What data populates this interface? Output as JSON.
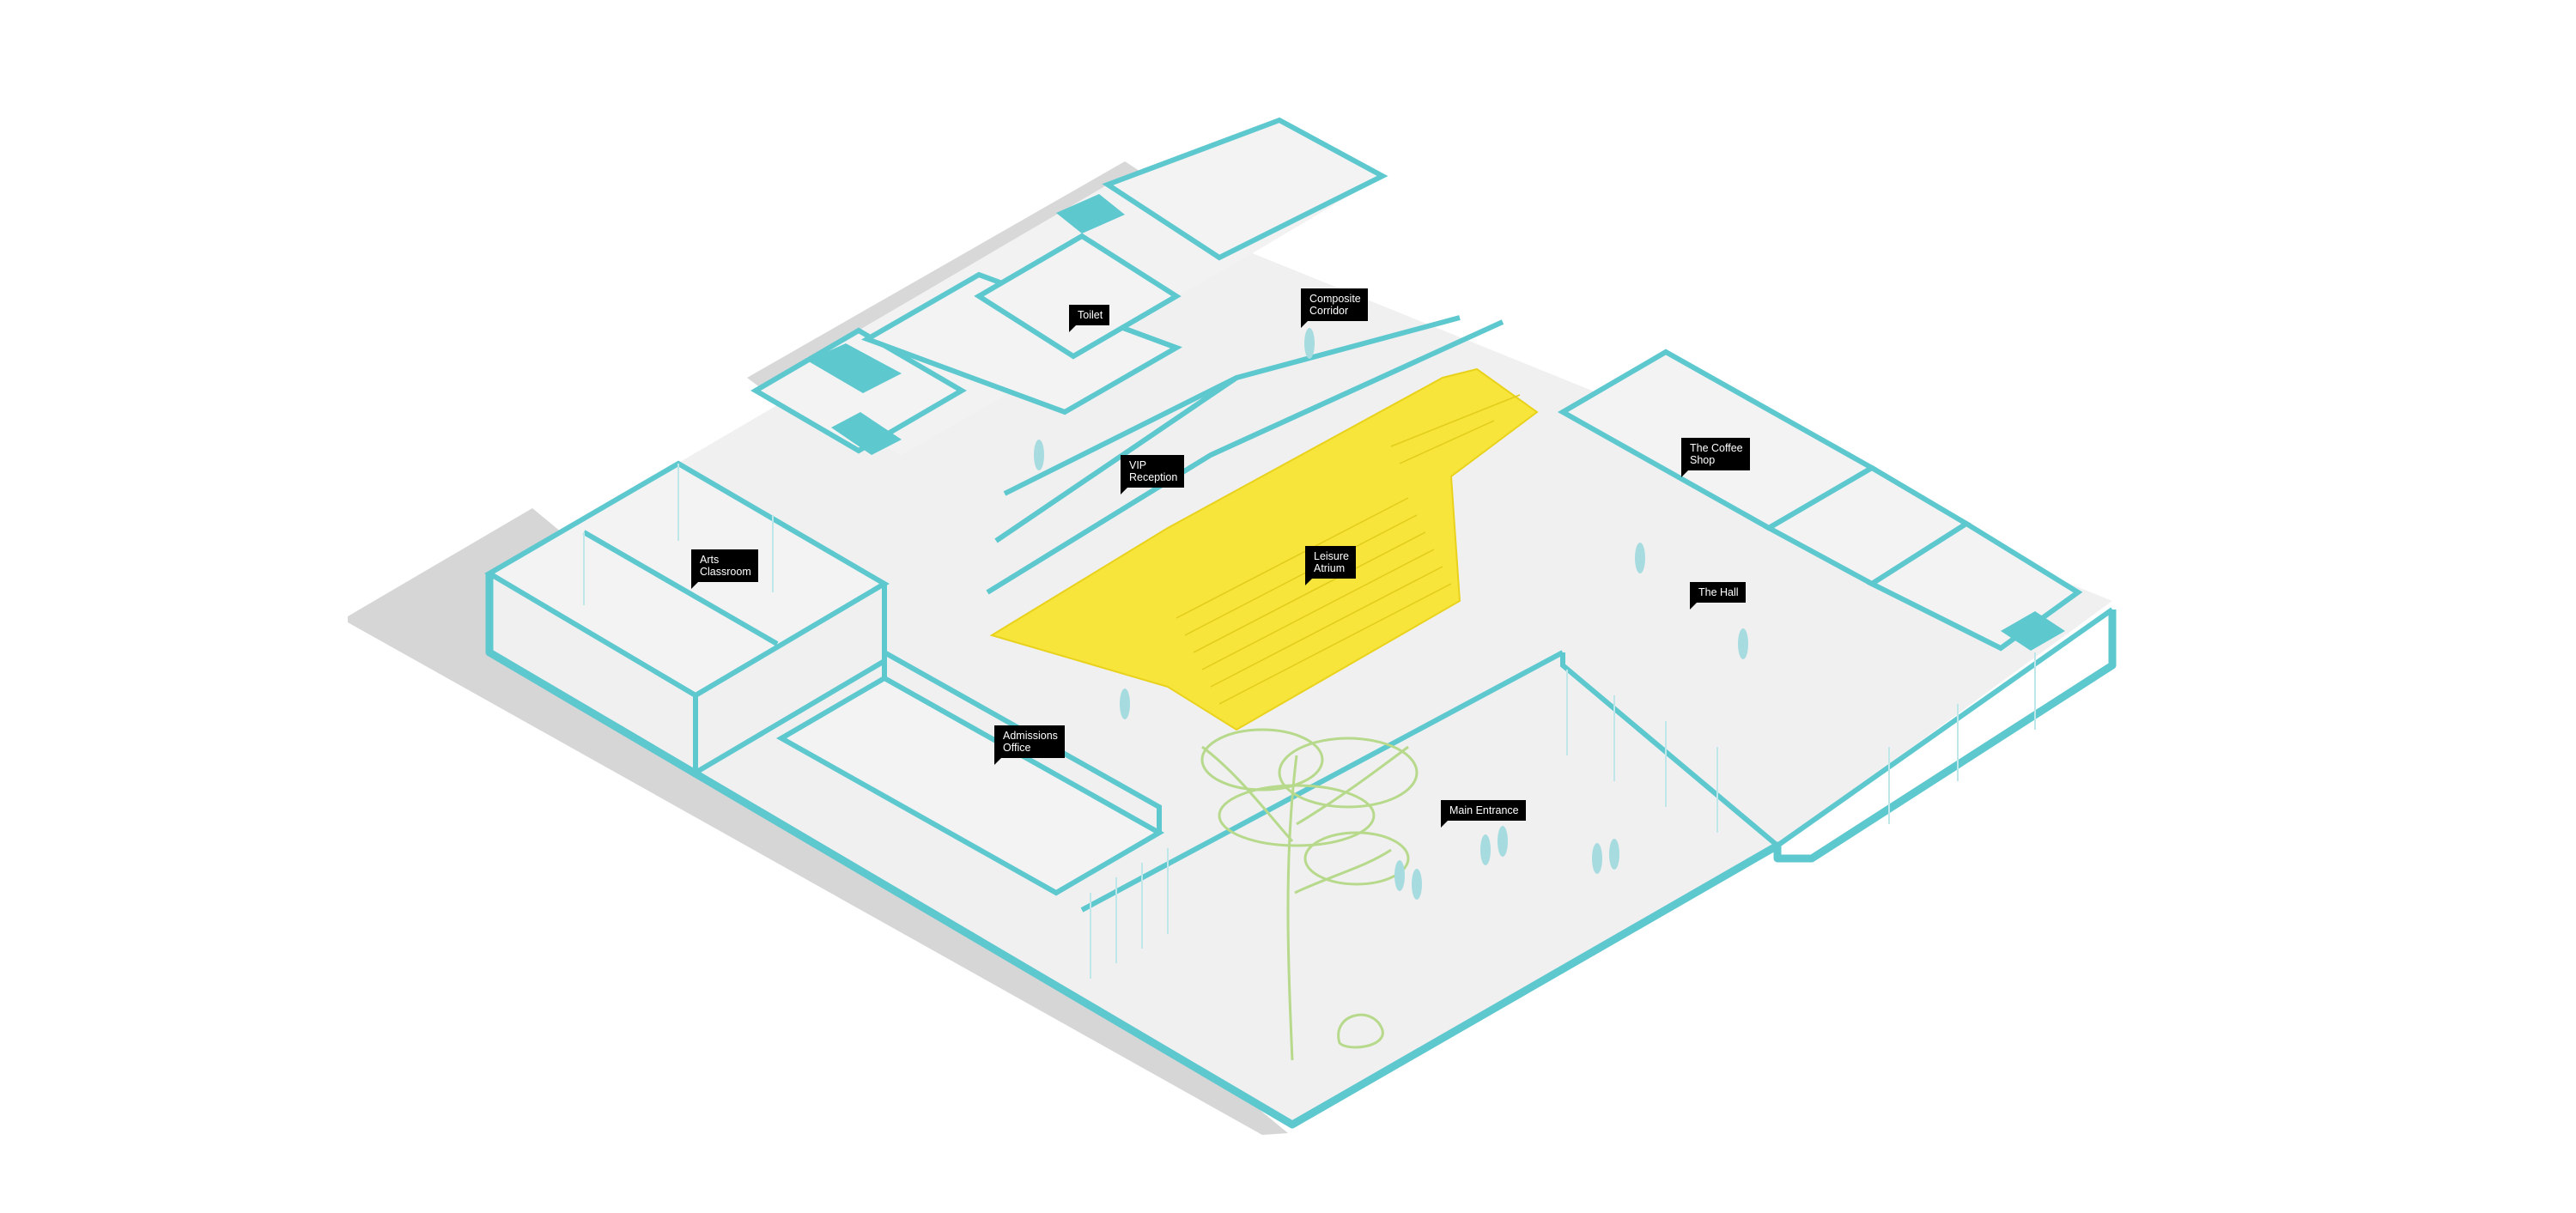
{
  "colors": {
    "wall": "#5ec8cf",
    "wall_light": "#bfe6e9",
    "floor": "#f0f0f0",
    "shadow": "#d2d2d2",
    "highlight": "#f7e53b",
    "highlight_edge": "#e9d21c",
    "tree": "#b7d98b",
    "people": "#a6dbe0",
    "label_bg": "#000000",
    "label_text": "#ffffff"
  },
  "labels": {
    "toilet": "Toilet",
    "composite_corridor": "Composite\nCorridor",
    "vip_reception": "VIP\nReception",
    "leisure_atrium": "Leisure\nAtrium",
    "coffee_shop": "The Coffee\nShop",
    "the_hall": "The Hall",
    "arts_classroom": "Arts\nClassroom",
    "admissions_office": "Admissions\nOffice",
    "main_entrance": "Main Entrance"
  }
}
